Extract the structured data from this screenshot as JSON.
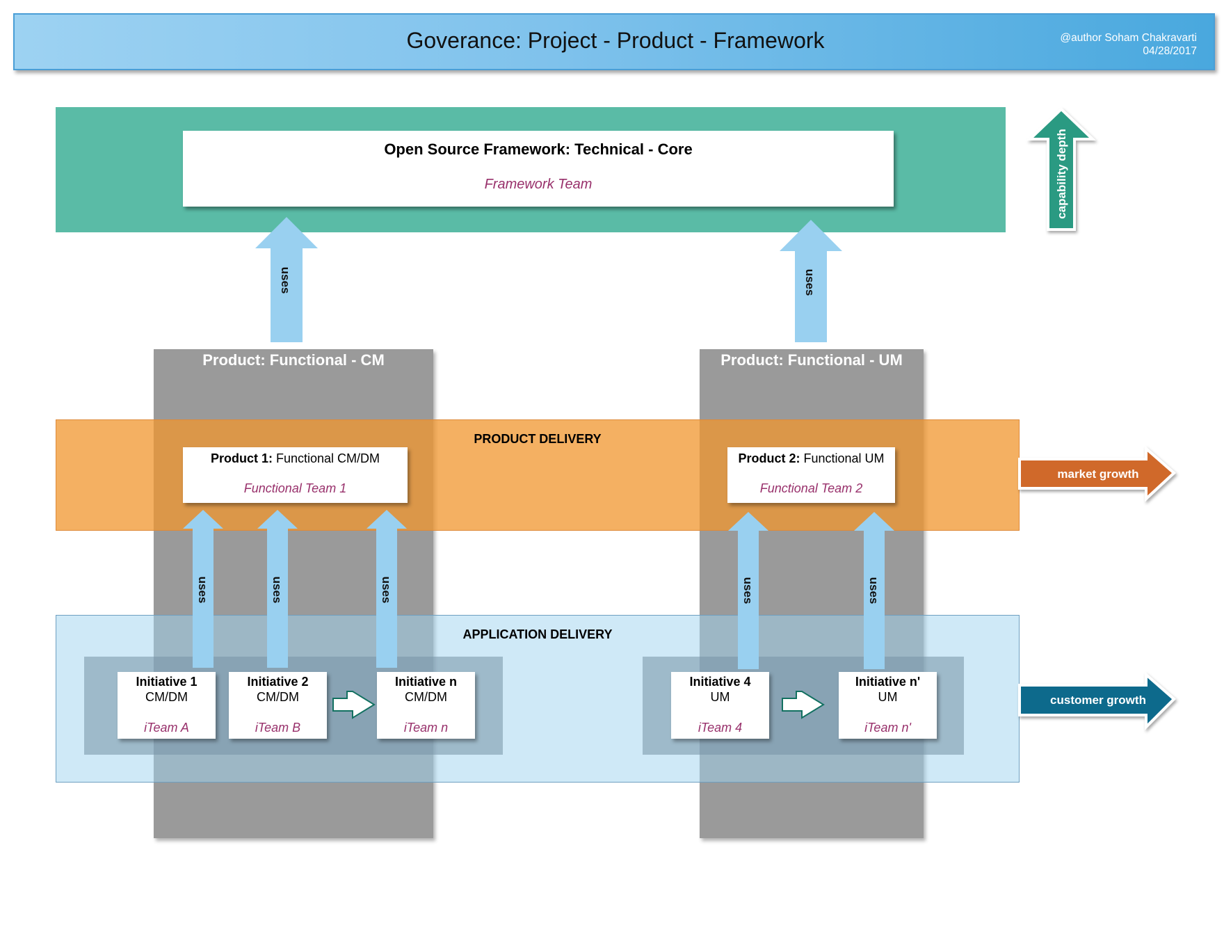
{
  "header": {
    "title": "Goverance: Project - Product - Framework",
    "author": "@author Soham Chakravarti",
    "date": "04/28/2017"
  },
  "framework": {
    "title": "Open Source Framework: Technical - Core",
    "team": "Framework Team"
  },
  "products": {
    "cm": {
      "column_title": "Product: Functional - CM"
    },
    "um": {
      "column_title": "Product: Functional - UM"
    }
  },
  "product_delivery": {
    "title": "PRODUCT DELIVERY",
    "product1": {
      "name": "Product 1:",
      "desc": " Functional CM/DM",
      "team": "Functional Team 1"
    },
    "product2": {
      "name": "Product 2:",
      "desc": " Functional UM",
      "team": "Functional Team 2"
    }
  },
  "application_delivery": {
    "title": "APPLICATION DELIVERY",
    "initiatives": [
      {
        "title": "Initiative 1",
        "sub": "CM/DM",
        "team": "iTeam A"
      },
      {
        "title": "Initiative 2",
        "sub": "CM/DM",
        "team": "iTeam B"
      },
      {
        "title": "Initiative n",
        "sub": "CM/DM",
        "team": "iTeam n"
      },
      {
        "title": "Initiative 4",
        "sub": "UM",
        "team": "iTeam 4"
      },
      {
        "title": "Initiative n'",
        "sub": "UM",
        "team": "iTeam n'"
      }
    ]
  },
  "arrows": {
    "uses_label": "uses",
    "capability_depth": "capability depth",
    "market_growth": "market growth",
    "customer_growth": "customer growth"
  },
  "colors": {
    "framework_band": "#5abba6",
    "uses_arrow": "#99d0f0",
    "capability_arrow": "#2a9a82",
    "market_arrow": "#d0692b",
    "customer_arrow": "#0f6b8c",
    "team_text": "#98306b"
  }
}
